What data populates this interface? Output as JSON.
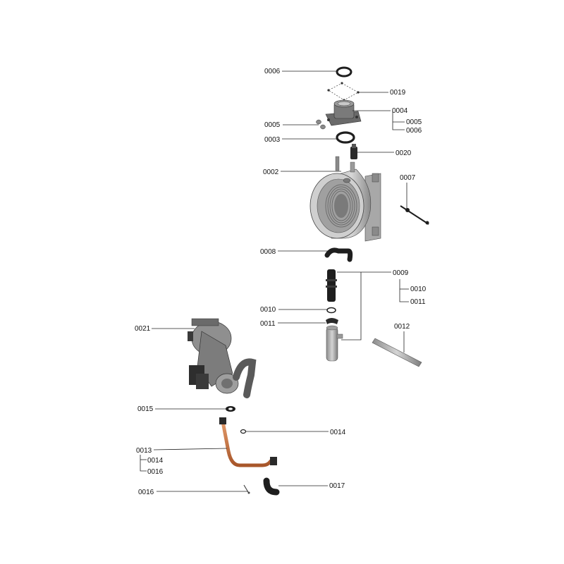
{
  "diagram": {
    "labels": {
      "p0006_top": "0006",
      "p0019": "0019",
      "p0004": "0004",
      "p0004_sub1": "0005",
      "p0004_sub2": "0006",
      "p0005": "0005",
      "p0003": "0003",
      "p0020": "0020",
      "p0002": "0002",
      "p0007": "0007",
      "p0008": "0008",
      "p0009": "0009",
      "p0009_sub1": "0010",
      "p0009_sub2": "0011",
      "p0010": "0010",
      "p0011": "0011",
      "p0012": "0012",
      "p0021": "0021",
      "p0015": "0015",
      "p0014": "0014",
      "p0013": "0013",
      "p0013_sub1": "0014",
      "p0013_sub2": "0016",
      "p0016": "0016",
      "p0017": "0017"
    }
  },
  "colors": {
    "metal_light": "#c9c9c9",
    "metal_mid": "#9a9a9a",
    "metal_dark": "#5f5f5f",
    "rubber": "#1e1e1e",
    "copper": "#c8703d",
    "steel_tube": "#b5b5b5"
  }
}
